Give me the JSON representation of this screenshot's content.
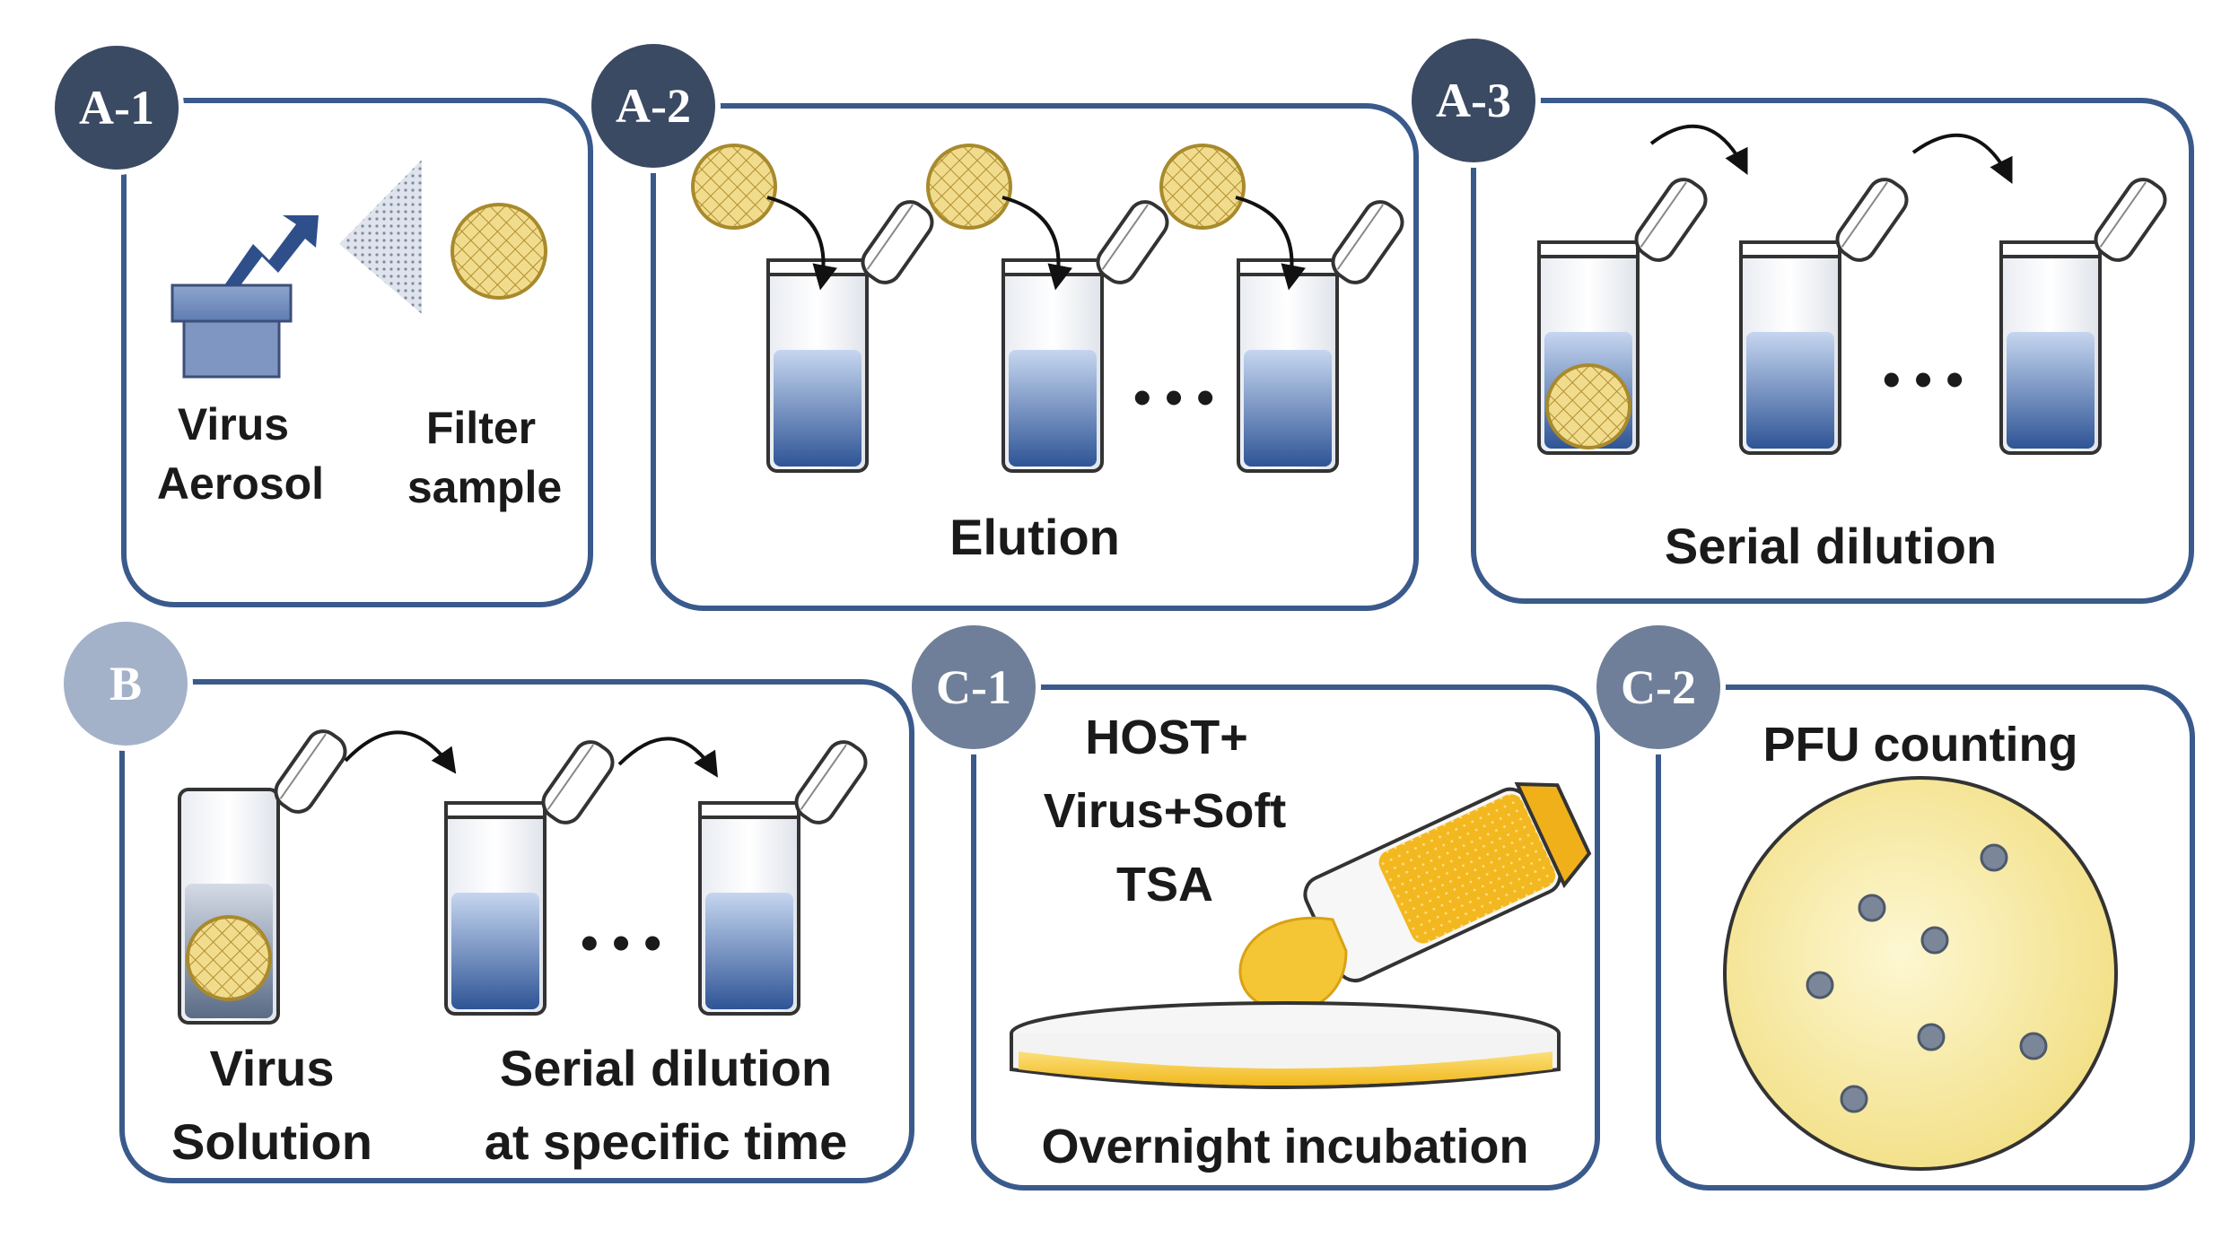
{
  "colors": {
    "panel_border": "#3a5a8c",
    "badge_dark": "#3b4a63",
    "badge_medium": "#6f7f99",
    "badge_light": "#a3b2c9",
    "filter_fill": "#f1dc8e",
    "filter_edge": "#a88a2c",
    "liquid_blue": "#3f66a6",
    "agar_yellow": "#f3c332",
    "plate_yellow": "#f6ea9a",
    "plaque_gray": "#7b8799"
  },
  "panels": {
    "a1": {
      "badge": "A-1",
      "labels": [
        "Virus",
        "Aerosol",
        "Filter",
        "sample"
      ]
    },
    "a2": {
      "badge": "A-2",
      "caption": "Elution",
      "ellipsis": "• • •"
    },
    "a3": {
      "badge": "A-3",
      "caption": "Serial dilution",
      "ellipsis": "• • •"
    },
    "b": {
      "badge": "B",
      "labels": [
        "Virus",
        "Solution",
        "Serial dilution",
        "at specific time"
      ],
      "ellipsis": "• • •"
    },
    "c1": {
      "badge": "C-1",
      "labels": [
        "HOST+",
        "Virus+Soft",
        "TSA"
      ],
      "caption": "Overnight incubation"
    },
    "c2": {
      "badge": "C-2",
      "caption": "PFU counting"
    }
  }
}
